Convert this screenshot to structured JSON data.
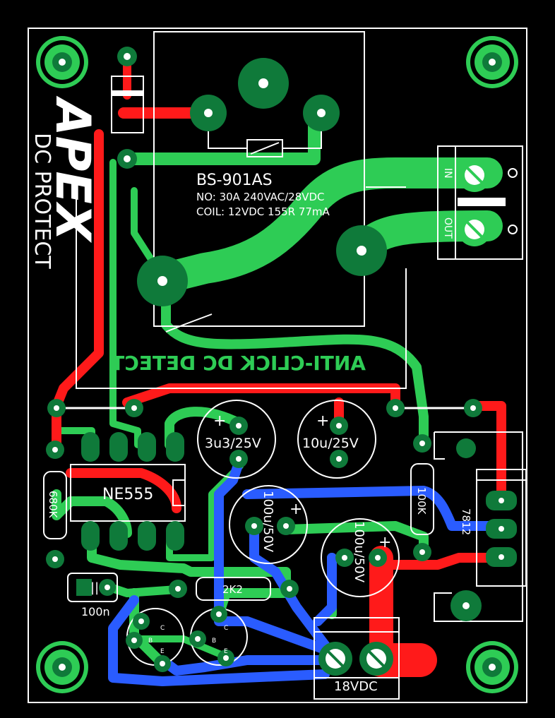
{
  "brand": "APEX",
  "board_title": "DC PROTECT",
  "subtitle": "ANTI-CLICK DC DETECT",
  "relay": {
    "model": "BS-901AS",
    "no_rating": "NO: 30A 240VAC/28VDC",
    "coil_rating": "COIL: 12VDC 155R 77mA"
  },
  "terminals": {
    "in": "IN",
    "out": "OUT",
    "power": "18VDC"
  },
  "components": {
    "ic": "NE555",
    "c_3u3": "3u3/25V",
    "c_10u": "10u/25V",
    "c_100u_a": "100u/50V",
    "c_100u_b": "100u/50V",
    "r_680k": "680K",
    "r_100k": "100K",
    "r_2k2": "2K2",
    "c_100n": "100n",
    "regulator": "7812",
    "plus": "+",
    "cap_sym": "||",
    "b": "B",
    "c": "C",
    "e": "E"
  },
  "colors": {
    "background": "#000000",
    "silkscreen": "#ffffff",
    "top_copper": "#2ecc55",
    "pad": "#0f7a3a",
    "red_trace": "#ff1a1a",
    "blue_trace": "#2a5cff"
  }
}
